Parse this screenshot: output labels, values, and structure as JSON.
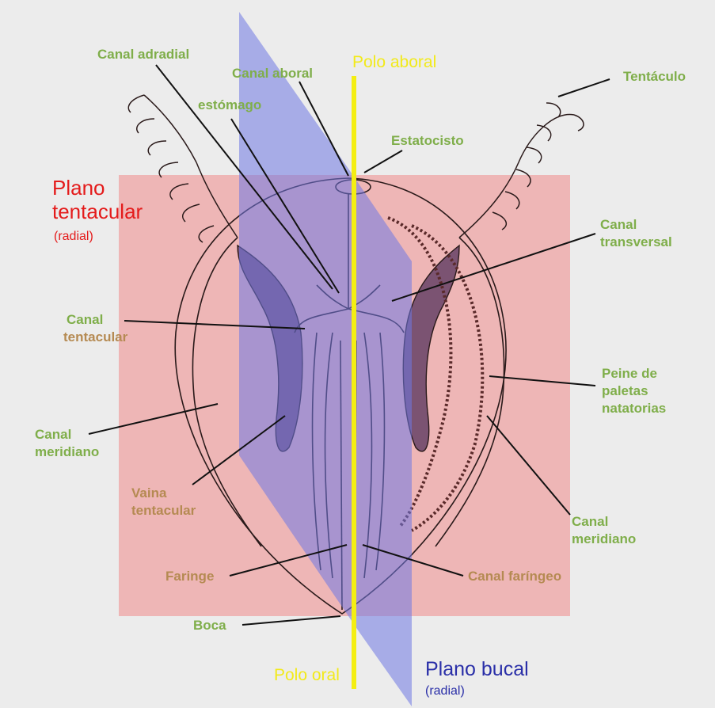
{
  "colors": {
    "background": "#ececec",
    "tentacular_plane": "#f08b8b",
    "bucal_plane": "#7f86e6",
    "axis": "#f4ee12",
    "green_label": "#7fae4a",
    "tan_label": "#b58a52",
    "red_label": "#e41b1b",
    "blue_label": "#2a2fa8"
  },
  "planes": {
    "tentacular_title": "Plano tentacular",
    "tentacular_title_l1": "Plano",
    "tentacular_title_l2": "tentacular",
    "tentacular_sub": "(radial)",
    "bucal_title": "Plano bucal",
    "bucal_sub": "(radial)"
  },
  "poles": {
    "aboral": "Polo aboral",
    "oral": "Polo oral"
  },
  "labels": {
    "canal_adradial": "Canal adradial",
    "canal_aboral": "Canal aboral",
    "estomago": "estómago",
    "estatocisto": "Estatocisto",
    "tentaculo": "Tentáculo",
    "canal_transversal_l1": "Canal",
    "canal_transversal_l2": "transversal",
    "canal_tentacular_l1": "Canal",
    "canal_tentacular_l2": "tentacular",
    "peine_l1": "Peine de",
    "peine_l2": "paletas",
    "peine_l3": "natatorias",
    "canal_meridiano_left_l1": "Canal",
    "canal_meridiano_left_l2": "meridiano",
    "vaina_l1": "Vaina",
    "vaina_l2": "tentacular",
    "canal_meridiano_right_l1": "Canal",
    "canal_meridiano_right_l2": "meridiano",
    "faringe": "Faringe",
    "canal_faringeo": "Canal faríngeo",
    "boca": "Boca"
  }
}
